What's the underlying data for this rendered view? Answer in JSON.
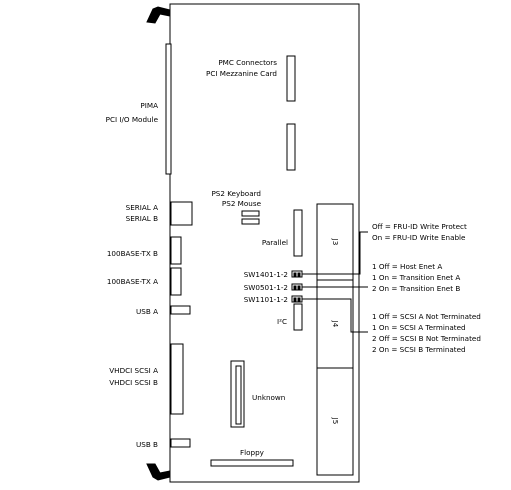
{
  "board": {
    "labels": {
      "pmc_line1": "PMC Connectors",
      "pmc_line2": "PCI Mezzanine Card",
      "pima_line1": "PIMA",
      "pima_line2": "PCI I/O Module",
      "serial_a": "SERIAL A",
      "serial_b": "SERIAL B",
      "ps2_keyboard": "PS2 Keyboard",
      "ps2_mouse": "PS2 Mouse",
      "parallel": "Parallel",
      "base_tx_b": "100BASE-TX  B",
      "base_tx_a": "100BASE-TX  A",
      "usb_a": "USB A",
      "usb_b": "USB B",
      "sw1401": "SW1401-1-2",
      "sw0501": "SW0501-1-2",
      "sw1101": "SW1101-1-2",
      "i2c": "I²C",
      "vhdci_a": "VHDCI SCSI A",
      "vhdci_b": "VHDCI SCSI B",
      "unknown": "Unknown",
      "floppy": "Floppy",
      "j3": "J3",
      "j4": "J4",
      "j5": "J5"
    }
  },
  "switch_notes": {
    "sw1401": [
      "Off = FRU-ID Write Protect",
      "On = FRU-ID Write Enable"
    ],
    "sw0501": [
      "1 Off = Host Enet A",
      "1 On = Transition Enet  A",
      "2 On = Transition Enet  B"
    ],
    "sw1101": [
      "1 Off = SCSI A Not Terminated",
      "1 On = SCSI A Terminated",
      "2  Off = SCSI B Not Terminated",
      "2  On = SCSI B Terminated"
    ]
  }
}
